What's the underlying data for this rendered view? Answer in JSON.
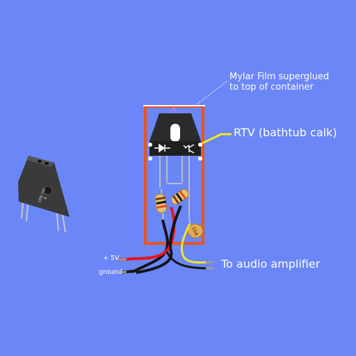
{
  "labels": {
    "mylar_line1": "Mylar Film superglued",
    "mylar_line2": "to top of container",
    "rtv": "RTV (bathtub calk)",
    "audio": "To audio amplifier",
    "plus5v": "+ 5V",
    "ground": "ground"
  },
  "sensor_photo": {
    "part_marking": "OPB 742",
    "marking_b": "B"
  },
  "components": {
    "capacitor_marking": "104"
  },
  "colors": {
    "background": "#6b86f7",
    "container": "#e8561f",
    "sensor_body": "#2b2b2b",
    "wire_red": "#e8121b",
    "wire_black": "#141414",
    "wire_yellow": "#f2e62a",
    "rtv_dots": "#ffffff"
  }
}
